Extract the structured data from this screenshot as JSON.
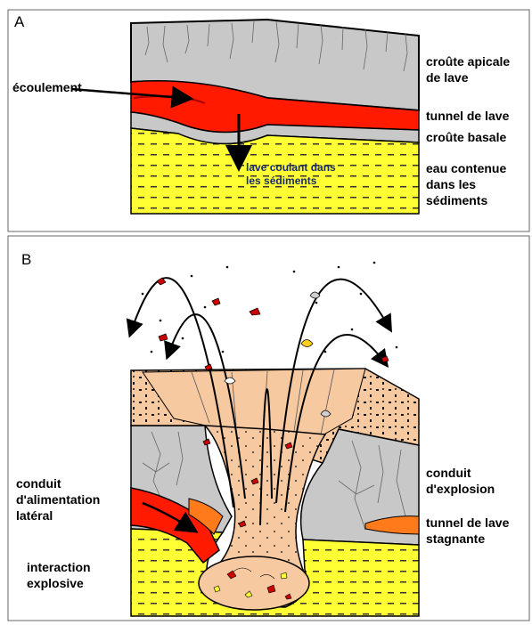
{
  "panel_a": {
    "letter": "A",
    "labels": {
      "flow": "écoulement",
      "apical_crust_1": "croûte apicale",
      "apical_crust_2": "de lave",
      "lava_tube": "tunnel de lave",
      "basal_crust": "croûte basale",
      "water_1": "eau contenue",
      "water_2": "dans les",
      "water_3": "sédiments",
      "lava_sediment_1": "lave coulant dans",
      "lava_sediment_2": "les sédiments"
    }
  },
  "panel_b": {
    "letter": "B",
    "labels": {
      "lateral_1": "conduit",
      "lateral_2": "d'alimentation",
      "lateral_3": "latéral",
      "explosion_1": "conduit",
      "explosion_2": "d'explosion",
      "stagnant_1": "tunnel de lave",
      "stagnant_2": "stagnante",
      "interaction_1": "interaction",
      "interaction_2": "explosive"
    }
  },
  "colors": {
    "crust_gray": "#c8c8c8",
    "lava_red": "#ff1a00",
    "sediment_yellow": "#ffff33",
    "breccia_peach": "#f7c9a0",
    "stagnant_orange": "#ff7a1a"
  }
}
